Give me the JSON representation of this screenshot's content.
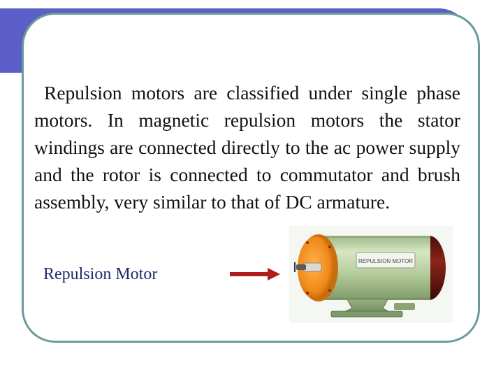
{
  "slide": {
    "title": "Introduction",
    "body": "Repulsion motors are classified under single phase motors. In magnetic repulsion motors the stator windings are connected directly to the ac power supply and the rotor is connected to commutator and brush assembly, very similar to that of DC armature.",
    "caption": "Repulsion Motor"
  },
  "motor_image": {
    "nameplate": "REPULSION MOTOR"
  },
  "colors": {
    "banner": "#5b5fc7",
    "frame": "#6a9a9a",
    "caption": "#1f2a6b",
    "arrow": "#b01c1c",
    "motor_body": "#b7cf9e",
    "motor_endcap": "#f08a1a",
    "motor_rear": "#7a1a12"
  }
}
